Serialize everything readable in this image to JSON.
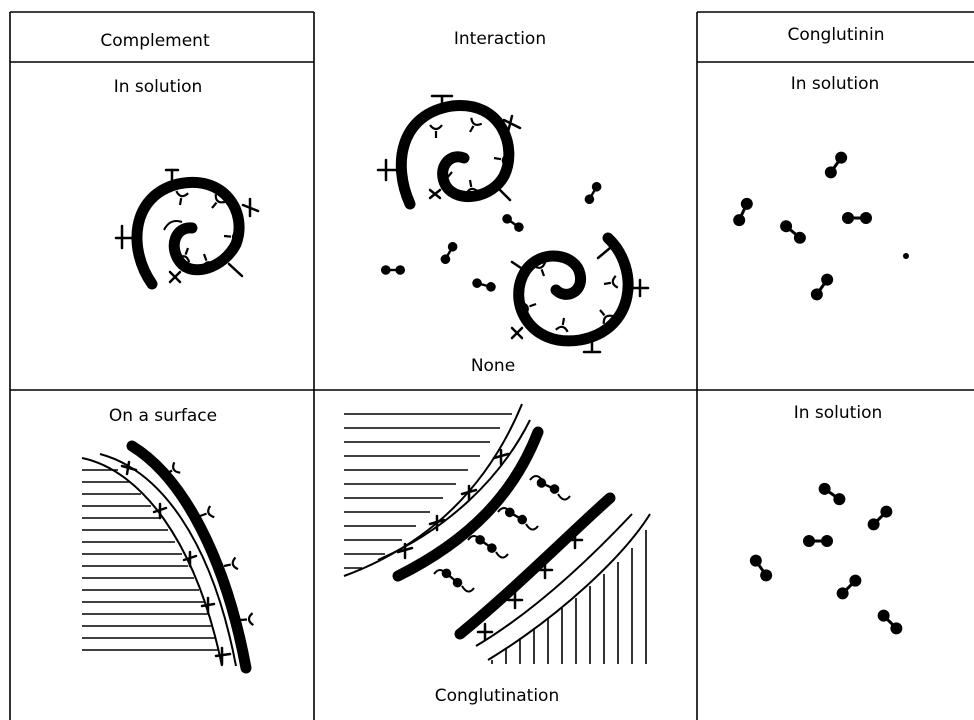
{
  "headers": {
    "complement": "Complement",
    "interaction": "Interaction",
    "conglutinin": "Conglutinin"
  },
  "labels": {
    "complement_top": "In solution",
    "conglutinin_top": "In solution",
    "interaction_top": "None",
    "complement_bottom": "On a surface",
    "conglutinin_bottom": "In solution",
    "interaction_bottom": "Conglutination"
  },
  "colors": {
    "ink": "#000000",
    "paper": "#ffffff"
  }
}
